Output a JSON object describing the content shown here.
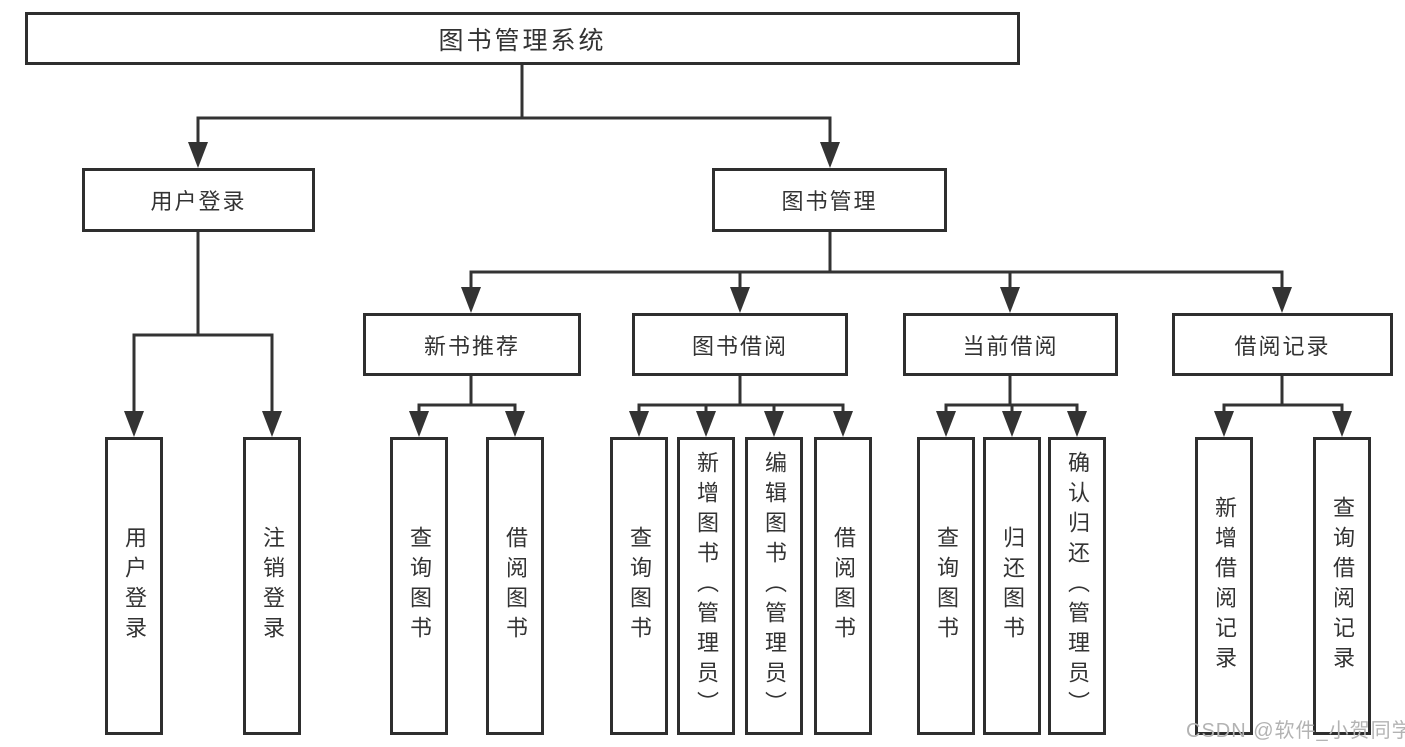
{
  "diagram": {
    "root": {
      "label": "图书管理系统"
    },
    "level2": [
      {
        "id": "user-login",
        "label": "用户登录"
      },
      {
        "id": "book-management",
        "label": "图书管理"
      }
    ],
    "level3": [
      {
        "id": "new-book-recommend",
        "label": "新书推荐",
        "parent": "图书管理"
      },
      {
        "id": "book-borrowing",
        "label": "图书借阅",
        "parent": "图书管理"
      },
      {
        "id": "current-borrowing",
        "label": "当前借阅",
        "parent": "图书管理"
      },
      {
        "id": "borrowing-records",
        "label": "借阅记录",
        "parent": "图书管理"
      }
    ],
    "leaves": [
      {
        "label": "用户登录",
        "parent": "用户登录"
      },
      {
        "label": "注销登录",
        "parent": "用户登录"
      },
      {
        "label": "查询图书",
        "parent": "新书推荐"
      },
      {
        "label": "借阅图书",
        "parent": "新书推荐"
      },
      {
        "label": "查询图书",
        "parent": "图书借阅"
      },
      {
        "label": "新增图书（管理员）",
        "parent": "图书借阅"
      },
      {
        "label": "编辑图书（管理员）",
        "parent": "图书借阅"
      },
      {
        "label": "借阅图书",
        "parent": "图书借阅"
      },
      {
        "label": "查询图书",
        "parent": "当前借阅"
      },
      {
        "label": "归还图书",
        "parent": "当前借阅"
      },
      {
        "label": "确认归还（管理员）",
        "parent": "当前借阅"
      },
      {
        "label": "新增借阅记录",
        "parent": "借阅记录"
      },
      {
        "label": "查询借阅记录",
        "parent": "借阅记录"
      }
    ],
    "colors": {
      "line": "#333333",
      "box_border": "#2e2e2e",
      "text": "#333333",
      "background": "#ffffff",
      "watermark": "#b3b3b3"
    }
  },
  "watermark": {
    "text": "CSDN @软件_小贺同学"
  }
}
